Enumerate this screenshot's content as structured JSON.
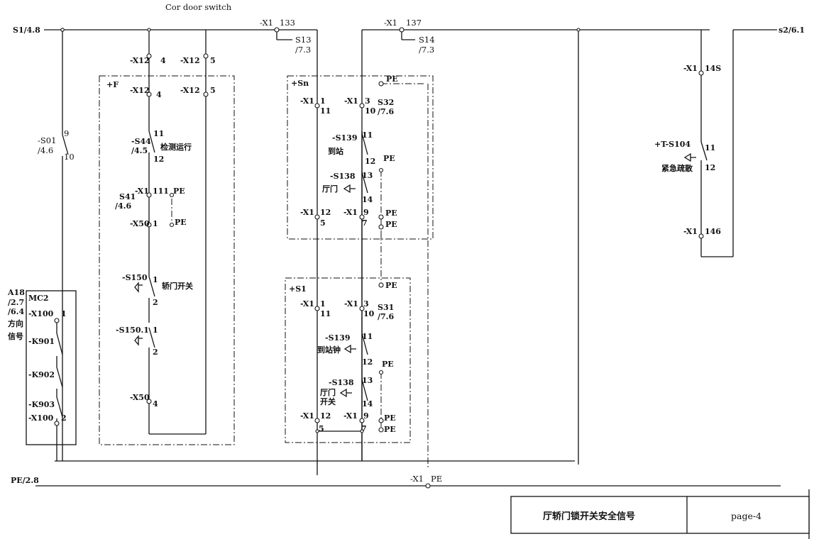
{
  "header": {
    "caption": "Cor door switch"
  },
  "rails": {
    "left_in": "S1/4.8",
    "right_out": "s2/6.1",
    "pe": "PE/2.8",
    "pe_term": "-X1",
    "pe_term_label": "PE"
  },
  "top_terms": {
    "x1_133": "-X1",
    "n133": "133",
    "s13": "S13",
    "s13ref": "/7.3",
    "x1_137": "-X1",
    "n137": "137",
    "s14": "S14",
    "s14ref": "/7.3"
  },
  "col1": {
    "s01": "-S01",
    "s01ref": "/4.6",
    "p9": "9",
    "p10": "10",
    "a18": "A18",
    "a18r1": "/2.7",
    "a18r2": "/6.4",
    "mc2": "MC2",
    "dir1": "方向",
    "dir2": "信号",
    "x100a": "-X100",
    "x100a_pin": "1",
    "k901": "-K901",
    "k902": "-K902",
    "k903": "-K903",
    "x100b": "-X100",
    "x100b_pin": "2"
  },
  "col2": {
    "x12a": "-X12",
    "x12a_pin": "4",
    "x12b": "-X12",
    "x12b_pin": "5",
    "plusf": "+F",
    "x12c": "-X12",
    "x12c_pin": "4",
    "x12d": "-X12",
    "x12d_pin": "5",
    "s44": "-S44",
    "s44ref": "/4.5",
    "p11": "11",
    "p12": "12",
    "s44name": "检测运行",
    "s41": "S41",
    "s41ref": "/4.6",
    "x1_111": "-X1",
    "n111": "111",
    "pe1": "PE",
    "pe2": "PE",
    "x50a": "-X50",
    "x50a_pin": "1",
    "s150": "-S150",
    "s150_p1": "1",
    "s150_p2": "2",
    "s150name": "轿门开关",
    "s1501": "-S150.1",
    "s1501_p1": "1",
    "s1501_p2": "2",
    "x50b": "-X50",
    "x50b_pin": "4"
  },
  "sn": {
    "label": "+Sn",
    "pe_top": "PE",
    "x1a": "-X1",
    "x1a_p1": "1",
    "x1a_p2": "11",
    "x1b": "-X1",
    "x1b_p1": "3",
    "x1b_p2": "10",
    "s32": "S32",
    "s32ref": "/7.6",
    "s139": "-S139",
    "s139_p11": "11",
    "s139_p12": "12",
    "s139name": "到站",
    "pe_a": "PE",
    "s138": "-S138",
    "s138_p13": "13",
    "s138_p14": "14",
    "s138name": "厅门",
    "x1c": "-X1",
    "x1c_p1": "12",
    "x1c_p2": "5",
    "x1d": "-X1",
    "x1d_p1": "9",
    "x1d_p2": "7",
    "pe_b": "PE",
    "pe_c": "PE"
  },
  "s1": {
    "label": "+S1",
    "pe_top": "PE",
    "x1a": "-X1",
    "x1a_p1": "1",
    "x1a_p2": "11",
    "x1b": "-X1",
    "x1b_p1": "3",
    "x1b_p2": "10",
    "s31": "S31",
    "s31ref": "/7.6",
    "s139": "-S139",
    "s139_p11": "11",
    "s139_p12": "12",
    "s139name": "到站钟",
    "pe_a": "PE",
    "s138": "-S138",
    "s138_p13": "13",
    "s138_p14": "14",
    "s138name1": "厅门",
    "s138name2": "开关",
    "x1c": "-X1",
    "x1c_p1": "12",
    "x1c_p2": "5",
    "x1d": "-X1",
    "x1d_p1": "9",
    "x1d_p2": "7",
    "pe_b": "PE",
    "pe_c": "PE"
  },
  "right": {
    "x1_145": "-X1",
    "n145": "14S",
    "s104": "+T-S104",
    "s104_p11": "11",
    "s104_p12": "12",
    "s104name": "紧急疏散",
    "x1_146": "-X1",
    "n146": "146"
  },
  "title_block": {
    "title": "厅轿门锁开关安全信号",
    "page": "page-4"
  }
}
